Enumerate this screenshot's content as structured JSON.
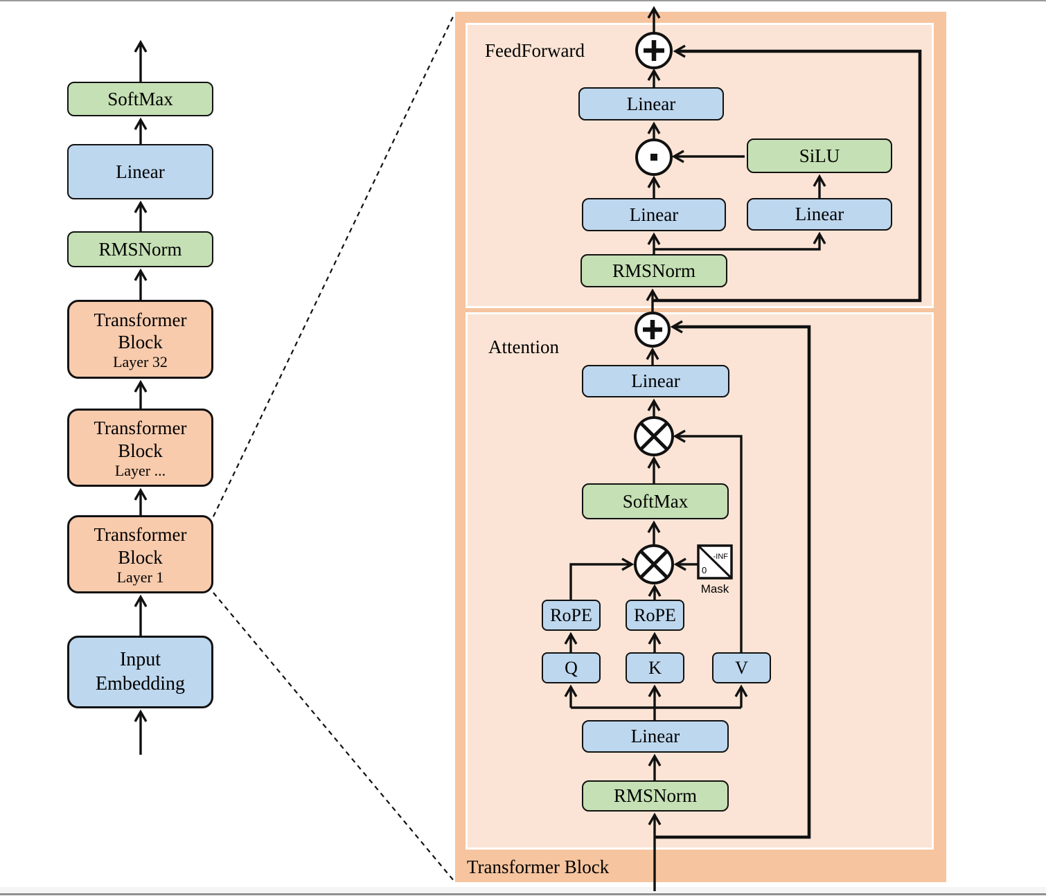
{
  "window": {
    "background": "#ffffff",
    "frame_color": "#9a9a9a"
  },
  "palette": {
    "box_blue": "#BDD7EE",
    "box_green": "#C5E0B4",
    "box_orange": "#F8CBAD",
    "panel_outer_orange": "#F6C49E",
    "panel_inner_peach": "#FBE4D5",
    "wire_black": "#111111"
  },
  "icons": {
    "add_op": "plus-circle",
    "matmul_op": "times-circle",
    "elementwise_op": "dot-circle"
  },
  "left_column": {
    "output_softmax": "SoftMax",
    "output_linear": "Linear",
    "output_rmsnorm": "RMSNorm",
    "transformer_blocks": [
      {
        "label": "Transformer Block",
        "sublabel": "Layer 32"
      },
      {
        "label": "Transformer Block",
        "sublabel": "Layer ..."
      },
      {
        "label": "Transformer Block",
        "sublabel": "Layer 1"
      }
    ],
    "input_embedding": "Input Embedding"
  },
  "detail_panel": {
    "block_label": "Transformer Block",
    "feedforward": {
      "section_label": "FeedForward",
      "output_linear": "Linear",
      "silu": "SiLU",
      "gate_linear": "Linear",
      "up_linear": "Linear",
      "rmsnorm": "RMSNorm"
    },
    "attention": {
      "section_label": "Attention",
      "output_linear": "Linear",
      "softmax": "SoftMax",
      "rope_q": "RoPE",
      "rope_k": "RoPE",
      "q": "Q",
      "k": "K",
      "v": "V",
      "qkv_linear": "Linear",
      "rmsnorm": "RMSNorm",
      "mask": {
        "label": "Mask",
        "neg_inf": "-INF",
        "zero": "0"
      }
    }
  }
}
